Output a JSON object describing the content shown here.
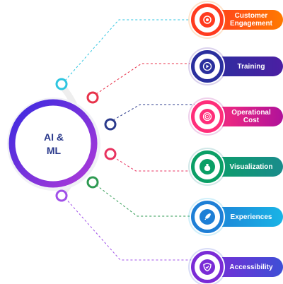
{
  "center": {
    "line1": "AI &",
    "line2": "ML"
  },
  "items": [
    {
      "label_lines": [
        "Customer",
        "Engagement"
      ],
      "icon": "target-badge-icon",
      "colors": [
        "#ff3b1f",
        "#ff7a00"
      ]
    },
    {
      "label_lines": [
        "Training"
      ],
      "icon": "play-badge-icon",
      "colors": [
        "#2a2f9e",
        "#4b1fa3"
      ]
    },
    {
      "label_lines": [
        "Operational",
        "Cost"
      ],
      "icon": "bullseye-icon",
      "colors": [
        "#ff2e7a",
        "#b0129a"
      ]
    },
    {
      "label_lines": [
        "Visualization"
      ],
      "icon": "money-bag-icon",
      "colors": [
        "#0a9f66",
        "#1a8c8c"
      ]
    },
    {
      "label_lines": [
        "Experiences"
      ],
      "icon": "rocket-icon",
      "colors": [
        "#1e7fd6",
        "#19b4e6"
      ]
    },
    {
      "label_lines": [
        "Accessibility"
      ],
      "icon": "shield-icon",
      "colors": [
        "#7a2bd6",
        "#3e4fd6"
      ]
    }
  ],
  "nodes": [
    {
      "color": "#2ec5e0"
    },
    {
      "color": "#e8324a"
    },
    {
      "color": "#2b3a8c"
    },
    {
      "color": "#e8325f"
    },
    {
      "color": "#2e9a52"
    },
    {
      "color": "#a050e8"
    }
  ]
}
